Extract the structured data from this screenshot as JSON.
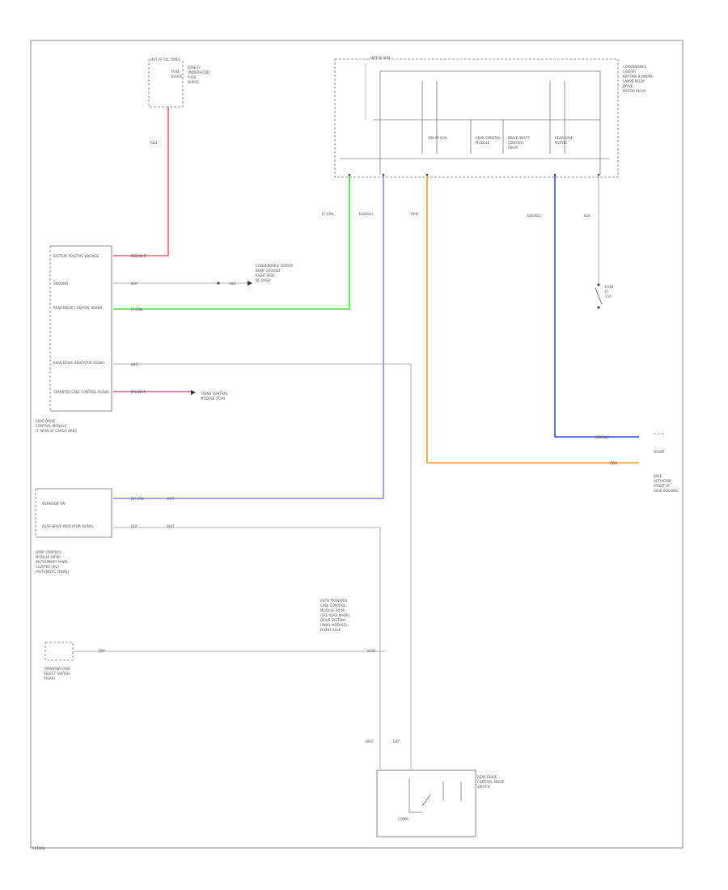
{
  "diagram": {
    "frame_code": "C01948",
    "components": {
      "fuse_block_top": {
        "heading": "HOT AT ALL TIMES",
        "label": [
          "FUSE",
          "BLOCK",
          "FUSE F?",
          "UNDERHOOD",
          "FUSE",
          "BLOCK"
        ]
      },
      "relay_top": {
        "heading": "HOT IN RUN",
        "label": [
          "CONVENIENCE",
          "CENTER",
          "DAYTIME RUNNING",
          "LAMPS RELAY",
          "DRIVE",
          "MOTOR RELAY"
        ]
      },
      "relay_sub": [
        "RELAY COIL",
        "REAR CONTROL",
        "MODULE",
        "DRIVE SHAFT",
        "CONTROL",
        "RELAY",
        "REAR AXLE",
        "MOTOR"
      ],
      "module_left": {
        "label": [
          "REAR DRIVE",
          "CONTROL MODULE",
          "LT REAR OF CARGO AREA"
        ]
      },
      "module_left_pins": [
        "BATTERY POSITIVE VOLTAGE",
        "GROUND",
        "REAR DRIVE CONTROL SIGNAL",
        "",
        "REAR DRIVE INDICATOR SIGNAL",
        "TRANSFER CASE CONTROL SIGNAL"
      ],
      "ground_ref": [
        "CONVENIENCE CENTER",
        "BODY GROUND",
        "RIGHT SIDE",
        "OF DASH"
      ],
      "ref_note": [
        "TRANS CONTROL",
        "MODULE (TCM)"
      ],
      "splice": [
        "S190"
      ],
      "module_mid": {
        "label": [
          "BODY CONTROL",
          "MODULE (BCM)",
          "INSTRUMENT PANEL",
          "CLUSTER (IPC)",
          "(AUTOMATIC TRANS)"
        ]
      },
      "module_mid_pins": [
        "OVERRIDE SW",
        "REAR DRIVE INDICATOR SIGNAL"
      ],
      "switch_left": {
        "label": [
          "TRANSFER CASE",
          "SELECT SWITCH",
          "(REAR)"
        ]
      },
      "note_mid": [
        "AUTO TRANSFER",
        "CASE CONTROL",
        "MODULE (RCM)",
        "(SEE REAR WHEEL",
        "DRIVE SYSTEM)",
        "(RWAL MODULE)",
        "FRONT AXLE"
      ],
      "motor_right": {
        "label": [
          "FRONT",
          "AXLE",
          "ACTUATOR",
          "FRONT OF",
          "AXLE HOUSING"
        ]
      },
      "fuse_right": [
        "FUSE",
        "F?",
        "15A"
      ],
      "switch_bottom": {
        "label": [
          "REAR DRIVE",
          "CONTROL MODE",
          "SWITCH"
        ],
        "sub": "COMM"
      }
    },
    "wires": [
      {
        "id": "red",
        "color": "#ff5c72",
        "label": "RED"
      },
      {
        "id": "green",
        "color": "#3ce83c",
        "label": "LT GRN"
      },
      {
        "id": "blue",
        "color": "#8c8cf2",
        "label": "BLK/BLU"
      },
      {
        "id": "orange",
        "color": "#ff9b2a",
        "label": "ORN"
      },
      {
        "id": "navy",
        "color": "#3c4ed6",
        "label": "BLK/BLU"
      },
      {
        "id": "pink",
        "color": "#e8509a",
        "label": "PPL/WHT"
      }
    ],
    "wire_labels": [
      "RED",
      "RED/WHT",
      "BLK",
      "BLK",
      "LT GRN",
      "LT GRN",
      "WHT",
      "PPL/WHT",
      "BLK/BLU",
      "WHT",
      "ORN",
      "BLK/BLU",
      "BLK",
      "BLK/BLU",
      "ORN",
      "DK GRN",
      "GRY",
      "WHT",
      "GRY",
      "WHT",
      "GRY"
    ]
  }
}
